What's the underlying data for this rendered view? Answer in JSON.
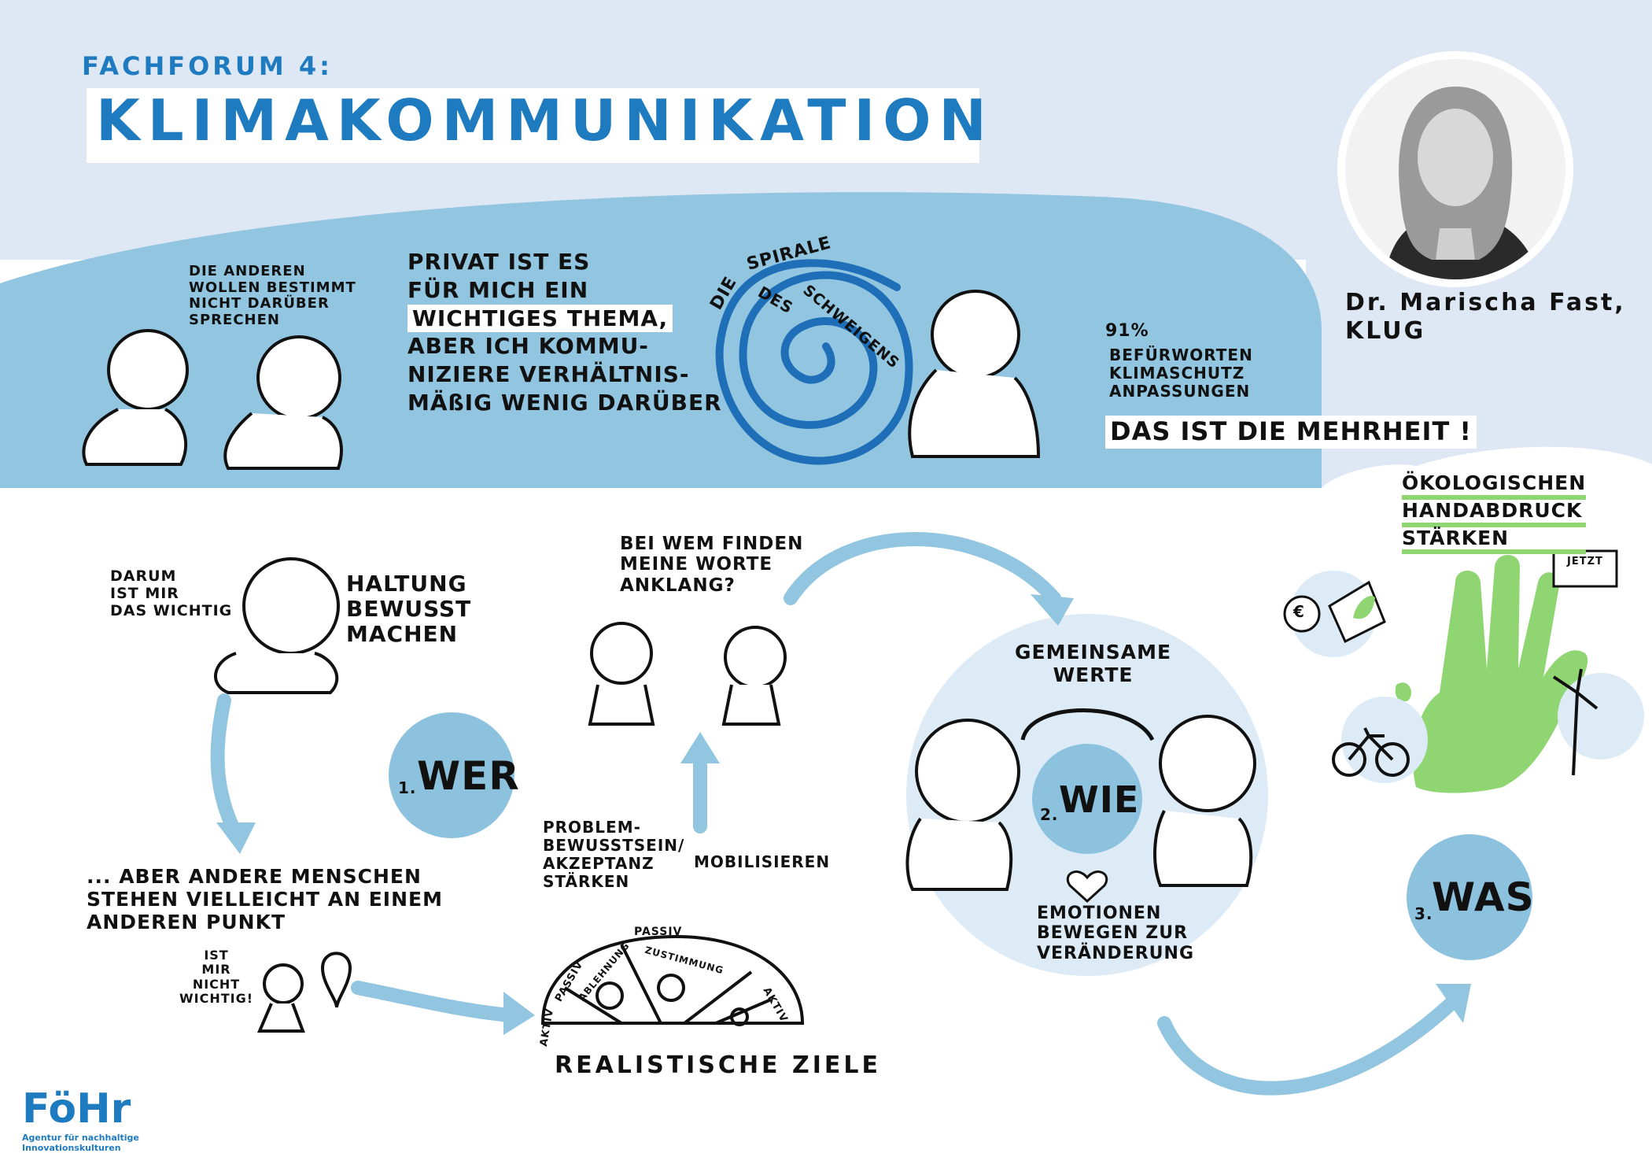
{
  "header": {
    "subtitle": "FACHFORUM 4:",
    "title": "KLIMAKOMMUNIKATION"
  },
  "speaker": {
    "name": "Dr. Marischa Fast,",
    "org": "KLUG"
  },
  "banner": {
    "speech": [
      "DIE ANDEREN",
      "WOLLEN BESTIMMT",
      "NICHT DARÜBER",
      "SPRECHEN"
    ],
    "statement": [
      "PRIVAT IST ES",
      "FÜR MICH EIN",
      "WICHTIGES THEMA,",
      "ABER ICH KOMMU-",
      "NIZIERE VERHÄLTNIS-",
      "MÄßIG WENIG DARÜBER"
    ],
    "spiral": {
      "die": "DIE",
      "spirale": "SPIRALE",
      "des": "DES",
      "schweigens": "SCHWEIGENS"
    },
    "stat_pct": "91%",
    "stat_text": [
      "BEFÜRWORTEN",
      "KLIMASCHUTZ",
      "ANPASSUNGEN"
    ],
    "majority": [
      "DAS IST DIE",
      "MEHRHEIT !"
    ]
  },
  "wer": {
    "reason": [
      "DARUM",
      "IST MIR",
      "DAS WICHTIG"
    ],
    "haltung": [
      "HALTUNG",
      "BEWUSST",
      "MACHEN"
    ],
    "label_num": "1.",
    "label": "WER",
    "others": [
      "... ABER ANDERE MENSCHEN",
      "STEHEN VIELLEICHT AN EINEM",
      "ANDEREN PUNKT"
    ],
    "not_important": [
      "IST",
      "MIR",
      "NICHT",
      "WICHTIG!"
    ]
  },
  "goals": {
    "question": [
      "BEI WEM FINDEN",
      "MEINE WORTE",
      "ANKLANG?"
    ],
    "problem": [
      "PROBLEM-",
      "BEWUSSTSEIN/",
      "AKZEPTANZ",
      "STÄRKEN"
    ],
    "mobilize": "MOBILISIEREN",
    "gauge": {
      "passiv_top": "PASSIV",
      "passiv_left": "PASSIV",
      "aktiv_left": "AKTIV",
      "aktiv_right": "AKTIV",
      "ablehnung": "ABLEHNUNG",
      "zustimmung": "ZUSTIMMUNG"
    },
    "caption": "REALISTISCHE ZIELE"
  },
  "wie": {
    "values": [
      "GEMEINSAME",
      "WERTE"
    ],
    "label_num": "2.",
    "label": "WIE",
    "emotions": [
      "EMOTIONEN",
      "BEWEGEN ZUR",
      "VERÄNDERUNG"
    ]
  },
  "was": {
    "handprint": [
      "ÖKOLOGISCHEN",
      "HANDABDRUCK",
      "STÄRKEN"
    ],
    "sign": "JETZT",
    "euro": "€",
    "label_num": "3.",
    "label": "WAS"
  },
  "logo": {
    "mark": "FöHr",
    "tagline": [
      "Agentur für nachhaltige",
      "Innovationskulturen"
    ]
  },
  "colors": {
    "sky": "#dde8f4",
    "banner": "#92c5e0",
    "accent": "#1e7bbf",
    "circle": "#8dc2df",
    "green": "#8fd672",
    "pale": "#dcebf6"
  }
}
